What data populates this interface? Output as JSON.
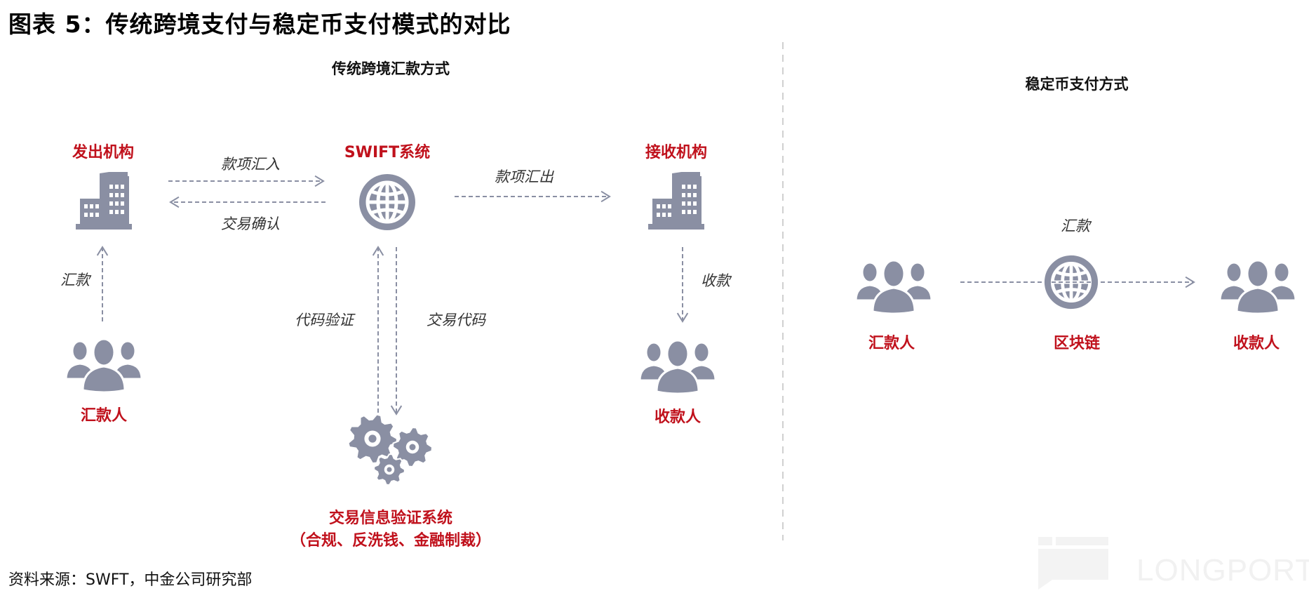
{
  "title": "图表 5：传统跨境支付与稳定币支付模式的对比",
  "traditional": {
    "heading": "传统跨境汇款方式",
    "sender_institution": "发出机构",
    "swift": "SWIFT系统",
    "receiver_institution": "接收机构",
    "funds_in": "款项汇入",
    "tx_confirm": "交易确认",
    "funds_out": "款项汇出",
    "remit": "汇款",
    "receive": "收款",
    "code_verify": "代码验证",
    "tx_code": "交易代码",
    "remitter": "汇款人",
    "payee": "收款人",
    "verification_system": "交易信息验证系统",
    "verification_note": "（合规、反洗钱、金融制裁）"
  },
  "stablecoin": {
    "heading": "稳定币支付方式",
    "remit": "汇款",
    "remitter": "汇款人",
    "blockchain": "区块链",
    "payee": "收款人"
  },
  "source": "资料来源：SWFT，中金公司研究部",
  "watermark": "LONGPORT",
  "colors": {
    "accent": "#c0111c",
    "icon": "#8a8fa3",
    "arrow": "#8a8fa3"
  }
}
